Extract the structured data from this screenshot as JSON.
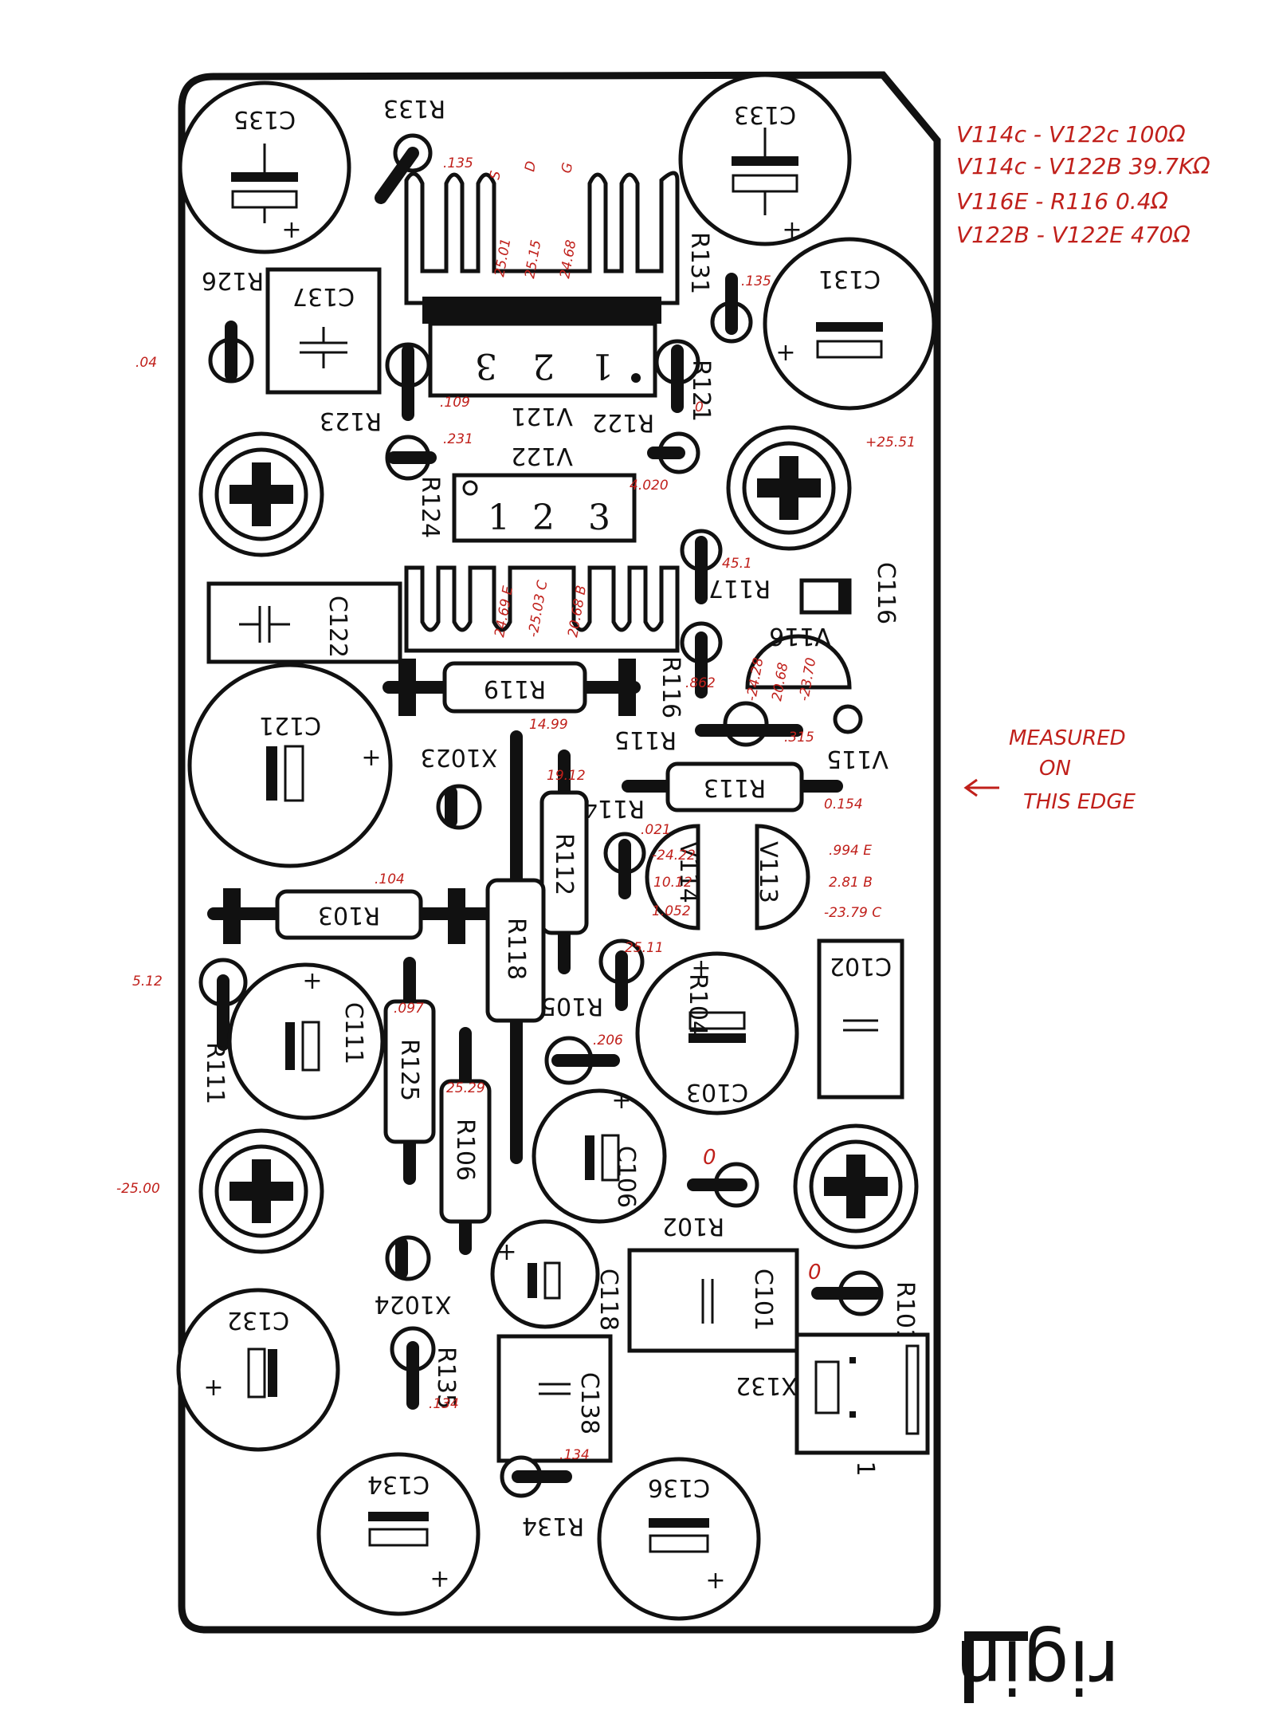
{
  "designators": {
    "c135": "C135",
    "r133": "R133",
    "c133": "C133",
    "r126": "R126",
    "c137": "C137",
    "r131": "R131",
    "c131": "C131",
    "r121": "R121",
    "r123": "R123",
    "r122": "R122",
    "v121": "V121",
    "v122": "V122",
    "r124": "R124",
    "r117": "R117",
    "c116": "C116",
    "v116": "V116",
    "c122": "C122",
    "r119": "R119",
    "r116": "R116",
    "r115": "R115",
    "c121": "C121",
    "x1023": "X1023",
    "v115": "V115",
    "r113": "R113",
    "r114": "R114",
    "r112": "R112",
    "v114": "V114",
    "v113": "V113",
    "r103": "R103",
    "r118": "R118",
    "r105": "R105",
    "r104": "R104",
    "c102": "C102",
    "c111": "C111",
    "r111": "R111",
    "r125": "R125",
    "r106": "R106",
    "c103": "C103",
    "c106": "C106",
    "r102": "R102",
    "c118": "C118",
    "c101": "C101",
    "x1024": "X1024",
    "r101": "R101",
    "c132": "C132",
    "r135": "R135",
    "c138": "C138",
    "x132": "X132",
    "c134": "C134",
    "r134": "R134",
    "c136": "C136"
  },
  "pins": {
    "v121_p1": "1",
    "v121_p2": "2",
    "v121_p3": "3",
    "v122_p1": "1",
    "v122_p2": "2",
    "v122_p3": "3",
    "s": "S",
    "d": "D",
    "g": "G",
    "x132_pin": "1",
    "plus": "+"
  },
  "logo_text": "rigin",
  "notes": {
    "n1": "V114c - V122c 100Ω",
    "n2": "V114c - V122B 39.7KΩ",
    "n3": "V116E - R116 0.4Ω",
    "n4": "V122B - V122E 470Ω",
    "measured_1": "MEASURED",
    "measured_2": "ON",
    "measured_3": "THIS EDGE"
  },
  "measurements": {
    "r133": ".135",
    "r131": ".135",
    "r126": ".04",
    "r123": ".109",
    "r122": "0",
    "r124": ".231",
    "r122_low": "4.020",
    "c116_plus": "+25.51",
    "v121_s": "25.01",
    "v121_d": "25.15",
    "v121_g": "24.68",
    "v122_e": "24.69 E",
    "v122_c": "-25.03 C",
    "v122_b": "20.68 B",
    "r117": "45.1",
    "r116": ".862",
    "v116_1": "-24.28",
    "v116_2": "20.68",
    "v116_3": "-23.70",
    "r119": "14.99",
    "r115": ".315",
    "r113": "0.154",
    "r112": "19.12",
    "r114": ".021",
    "v114_1": "-24.22",
    "v114_2": "10.12",
    "v114_3": "1.052",
    "v113_e": ".994 E",
    "v113_b": "2.81 B",
    "v113_c": "-23.79 C",
    "r103": ".104",
    "r105": "25.11",
    "r111": "5.12",
    "r125": ".097",
    "r106": "25.29",
    "r105_low": ".206",
    "r102": "0",
    "screw_left": "-25.00",
    "r101": "0",
    "r135": ".134",
    "r134": ".134"
  }
}
